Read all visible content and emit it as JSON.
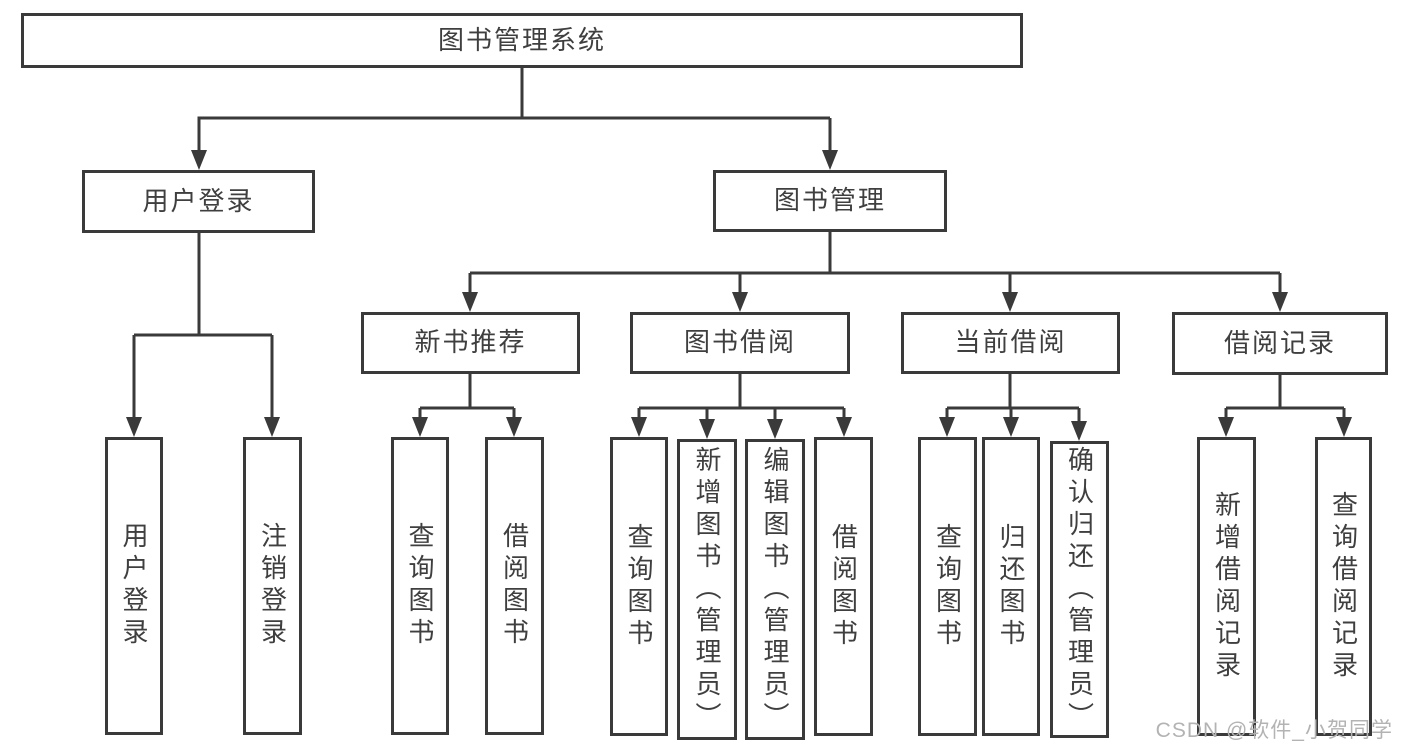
{
  "diagram": {
    "type": "tree-diagram",
    "root": {
      "label": "图书管理系统",
      "children": [
        {
          "label": "用户登录",
          "children": [
            {
              "label": "用户登录"
            },
            {
              "label": "注销登录"
            }
          ]
        },
        {
          "label": "图书管理",
          "children": [
            {
              "label": "新书推荐",
              "children": [
                {
                  "label": "查询图书"
                },
                {
                  "label": "借阅图书"
                }
              ]
            },
            {
              "label": "图书借阅",
              "children": [
                {
                  "label": "查询图书"
                },
                {
                  "label": "新增图书（管理员）"
                },
                {
                  "label": "编辑图书（管理员）"
                },
                {
                  "label": "借阅图书"
                }
              ]
            },
            {
              "label": "当前借阅",
              "children": [
                {
                  "label": "查询图书"
                },
                {
                  "label": "归还图书"
                },
                {
                  "label": "确认归还（管理员）"
                }
              ]
            },
            {
              "label": "借阅记录",
              "children": [
                {
                  "label": "新增借阅记录"
                },
                {
                  "label": "查询借阅记录"
                }
              ]
            }
          ]
        }
      ]
    },
    "colors": {
      "line": "#3a3a3a",
      "text": "#3f3f3f",
      "background": "#ffffff",
      "watermark_text": "#b3b3b3"
    },
    "watermark": "CSDN @软件_小贺同学"
  }
}
